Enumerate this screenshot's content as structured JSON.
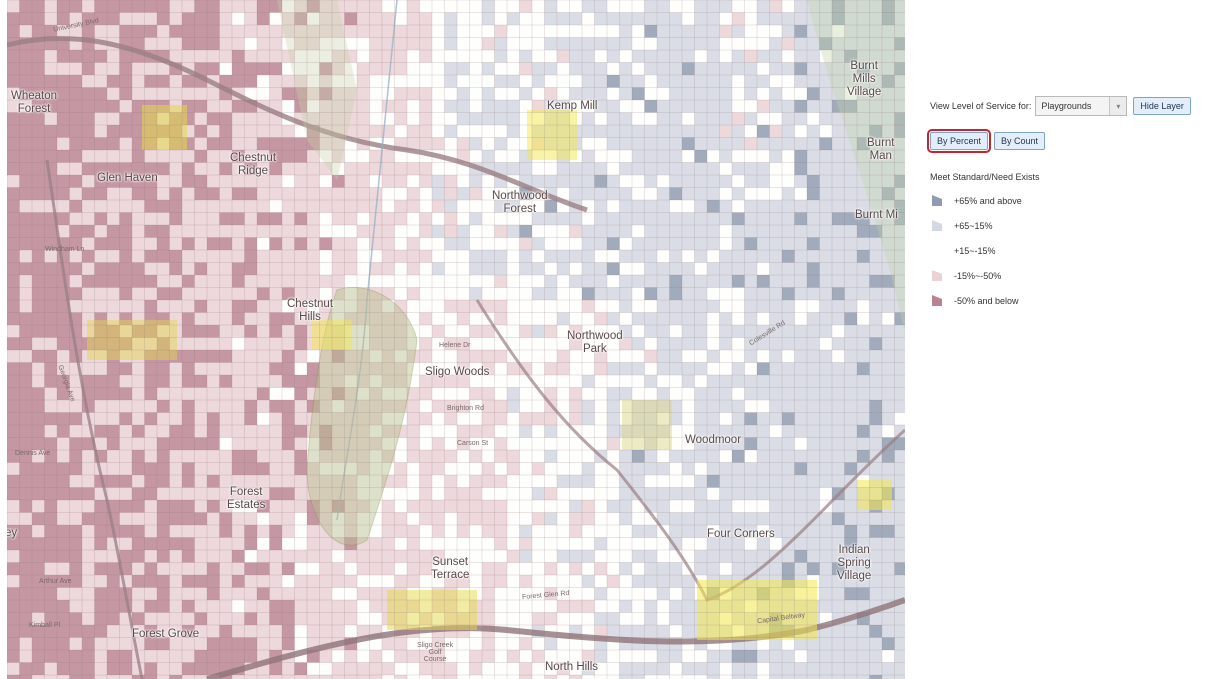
{
  "map": {
    "place_labels": [
      {
        "id": "wheaton-forest",
        "text": "Wheaton\nForest"
      },
      {
        "id": "glen-haven",
        "text": "Glen Haven"
      },
      {
        "id": "chestnut-ridge",
        "text": "Chestnut\nRidge"
      },
      {
        "id": "kemp-mill",
        "text": "Kemp Mill"
      },
      {
        "id": "northwood-forest",
        "text": "Northwood\nForest"
      },
      {
        "id": "burnt-mills-village",
        "text": "Burnt\nMills\nVillage"
      },
      {
        "id": "burnt-man",
        "text": "Burnt\nMan"
      },
      {
        "id": "burnt-mi",
        "text": "Burnt Mi"
      },
      {
        "id": "chestnut-hills",
        "text": "Chestnut\nHills"
      },
      {
        "id": "sligo-woods",
        "text": "Sligo Woods"
      },
      {
        "id": "northwood-park",
        "text": "Northwood\nPark"
      },
      {
        "id": "woodmoor",
        "text": "Woodmoor"
      },
      {
        "id": "forest-estates",
        "text": "Forest\nEstates"
      },
      {
        "id": "four-corners",
        "text": "Four Corners"
      },
      {
        "id": "indian-spring-village",
        "text": "Indian\nSpring\nVillage"
      },
      {
        "id": "sunset-terrace",
        "text": "Sunset\nTerrace"
      },
      {
        "id": "forest-grove",
        "text": "Forest Grove"
      },
      {
        "id": "north-hills",
        "text": "North Hills"
      },
      {
        "id": "ey",
        "text": "ey"
      }
    ],
    "street_labels": [
      {
        "id": "university-blvd",
        "text": "University Blvd"
      },
      {
        "id": "colesville-rd",
        "text": "Colesville Rd"
      },
      {
        "id": "capital-beltway",
        "text": "Capital Beltway"
      },
      {
        "id": "georgia-ave",
        "text": "Georgia Ave"
      },
      {
        "id": "carson-st",
        "text": "Carson St"
      },
      {
        "id": "helene-dr",
        "text": "Helene Dr"
      },
      {
        "id": "brighton-rd",
        "text": "Brighton Rd"
      },
      {
        "id": "forest-glen-rd",
        "text": "Forest Glen Rd"
      },
      {
        "id": "kimball-pl",
        "text": "Kimball Pl"
      },
      {
        "id": "arthur-ave",
        "text": "Arthur Ave"
      },
      {
        "id": "windham-ln",
        "text": "Windham Ln"
      },
      {
        "id": "dennis-ave",
        "text": "Dennis Ave"
      },
      {
        "id": "sligo-golf",
        "text": "Sligo Creek\nGolf\nCourse"
      }
    ]
  },
  "panel": {
    "view_label": "View Level of Service for:",
    "select_value": "Playgrounds",
    "select_arrow": "▾",
    "hide_layer": "Hide Layer",
    "by_percent": "By Percent",
    "by_count": "By Count",
    "legend_title": "Meet Standard/Need Exists",
    "legend": [
      {
        "label": "+65% and above",
        "color": "#8e9bb0"
      },
      {
        "label": "+65~15%",
        "color": "#d3d8e3"
      },
      {
        "label": "+15~-15%",
        "color": "#ffffff"
      },
      {
        "label": "-15%~-50%",
        "color": "#ead2d5"
      },
      {
        "label": "-50% and below",
        "color": "#b98390"
      }
    ]
  }
}
